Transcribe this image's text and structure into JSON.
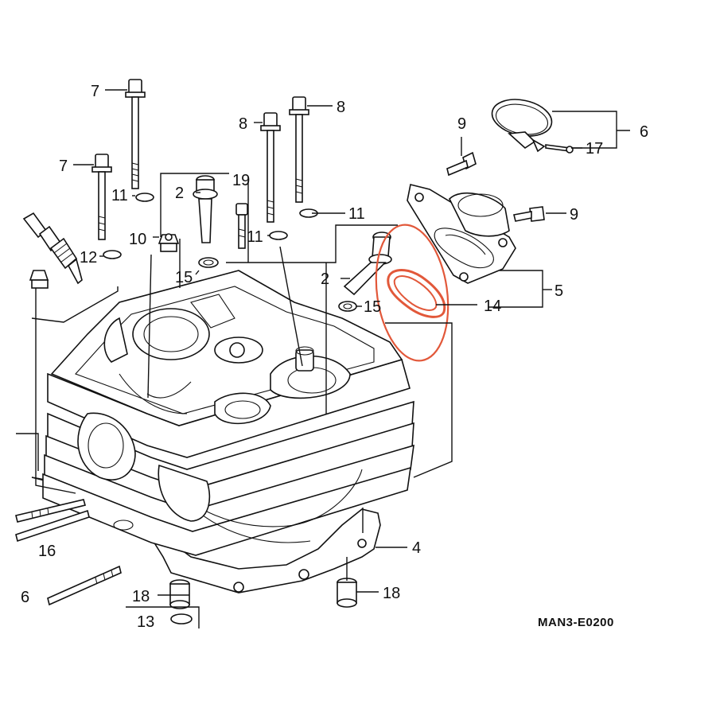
{
  "diagram": {
    "reference_code": "MAN3-E0200",
    "highlight_color": "#e2583a",
    "labels": {
      "l7a": "7",
      "l7b": "7",
      "l8a": "8",
      "l8b": "8",
      "l9a": "9",
      "l9b": "9",
      "l6": "6",
      "l17": "17",
      "l19": "19",
      "l2a": "2",
      "l2b": "2",
      "l11a": "11",
      "l11b": "11",
      "l11c": "11",
      "l10": "10",
      "l12": "12",
      "l15a": "15",
      "l15b": "15",
      "l5": "5",
      "l14": "14",
      "l4": "4",
      "l16a": "16",
      "l16b": "6",
      "l18a": "18",
      "l18b": "18",
      "l13": "13"
    }
  }
}
